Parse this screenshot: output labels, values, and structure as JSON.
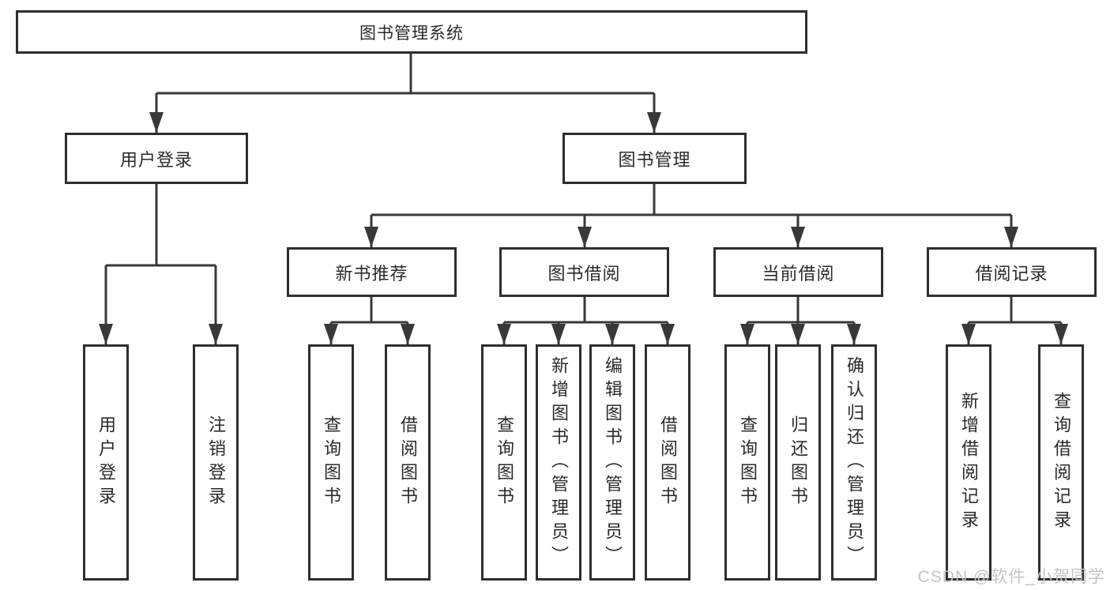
{
  "colors": {
    "line": "#383838",
    "border": "#2e2e2e",
    "text": "#2a2a2a",
    "background": "#ffffff",
    "watermark": "#c3c3c3"
  },
  "watermark": "CSDN @软件_小贺同学",
  "tree": {
    "root": {
      "label": "图书管理系统"
    },
    "login": {
      "label": "用户登录",
      "children": [
        {
          "label": "用户登录"
        },
        {
          "label": "注销登录"
        }
      ]
    },
    "management": {
      "label": "图书管理",
      "sections": [
        {
          "label": "新书推荐",
          "children": [
            {
              "label": "查询图书"
            },
            {
              "label": "借阅图书"
            }
          ]
        },
        {
          "label": "图书借阅",
          "children": [
            {
              "label": "查询图书"
            },
            {
              "label": "新增图书（管理员）"
            },
            {
              "label": "编辑图书（管理员）"
            },
            {
              "label": "借阅图书"
            }
          ]
        },
        {
          "label": "当前借阅",
          "children": [
            {
              "label": "查询图书"
            },
            {
              "label": "归还图书"
            },
            {
              "label": "确认归还（管理员）"
            }
          ]
        },
        {
          "label": "借阅记录",
          "children": [
            {
              "label": "新增借阅记录"
            },
            {
              "label": "查询借阅记录"
            }
          ]
        }
      ]
    }
  }
}
